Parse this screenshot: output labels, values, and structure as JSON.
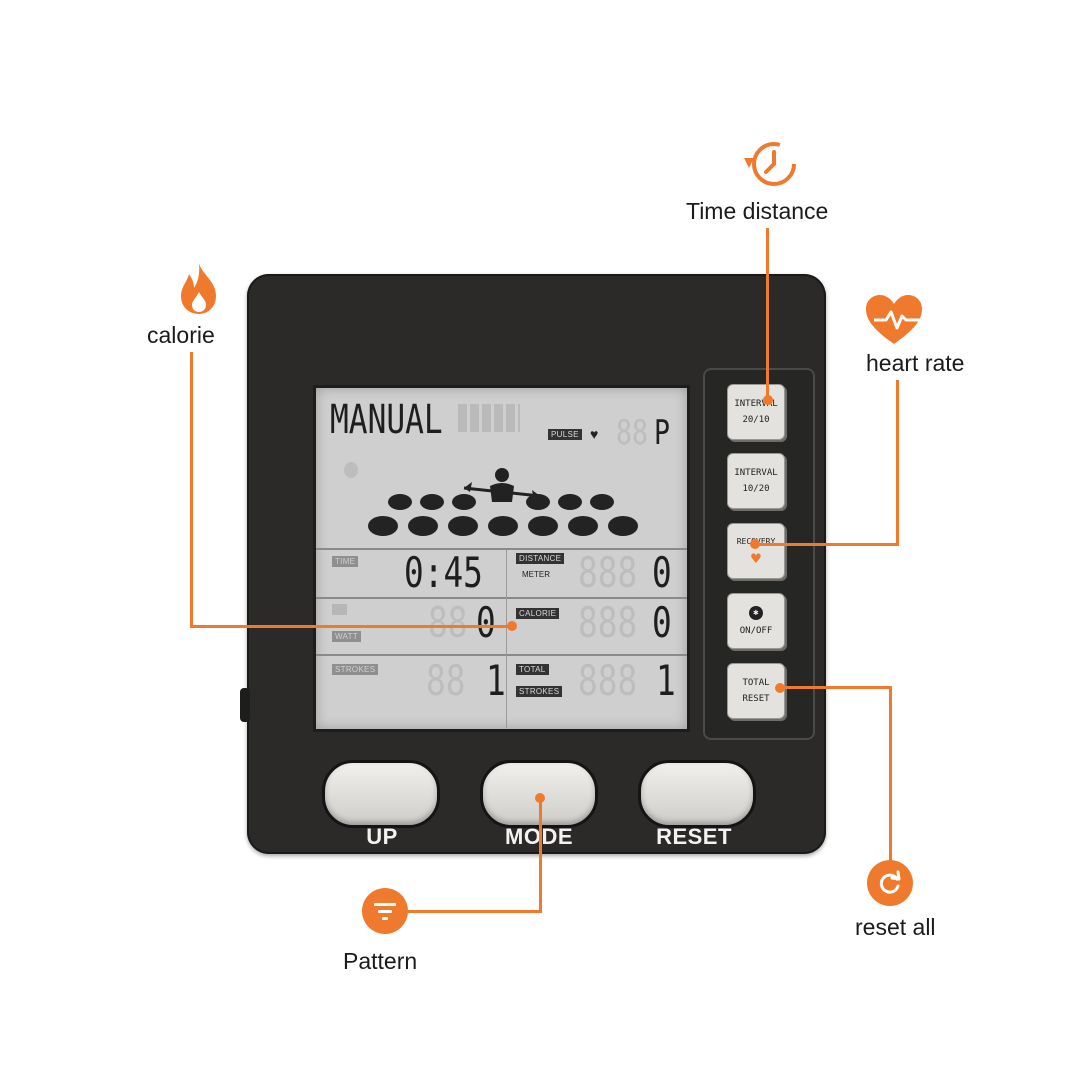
{
  "callouts": {
    "time_distance": "Time distance",
    "heart_rate": "heart rate",
    "calorie": "calorie",
    "pattern": "Pattern",
    "reset_all": "reset all"
  },
  "lcd": {
    "program": "MANUAL",
    "pulse_tag": "PULSE",
    "pulse_value": "P",
    "time_tag": "TIME",
    "time_value": "0:45",
    "distance_tag": "DISTANCE",
    "distance_unit": "METER",
    "distance_value": "0",
    "watt_tag": "WATT",
    "watt_value": "0",
    "calorie_tag": "CALORIE",
    "calorie_value": "0",
    "strokes_tag": "STROKES",
    "strokes_value": "1",
    "total_tag": "TOTAL",
    "total_strokes_tag": "STROKES",
    "total_strokes_value": "1"
  },
  "side_buttons": [
    {
      "line1": "INTERVAL",
      "line2": "20/10"
    },
    {
      "line1": "INTERVAL",
      "line2": "10/20"
    },
    {
      "line1": "RECOVERY"
    },
    {
      "line2": "ON/OFF"
    },
    {
      "line1": "TOTAL",
      "line2": "RESET"
    }
  ],
  "bottom_buttons": {
    "up": "UP",
    "mode": "MODE",
    "reset": "RESET"
  },
  "colors": {
    "accent": "#ef7a2e",
    "console": "#2b2a29",
    "lcd": "#cfcfcf"
  }
}
